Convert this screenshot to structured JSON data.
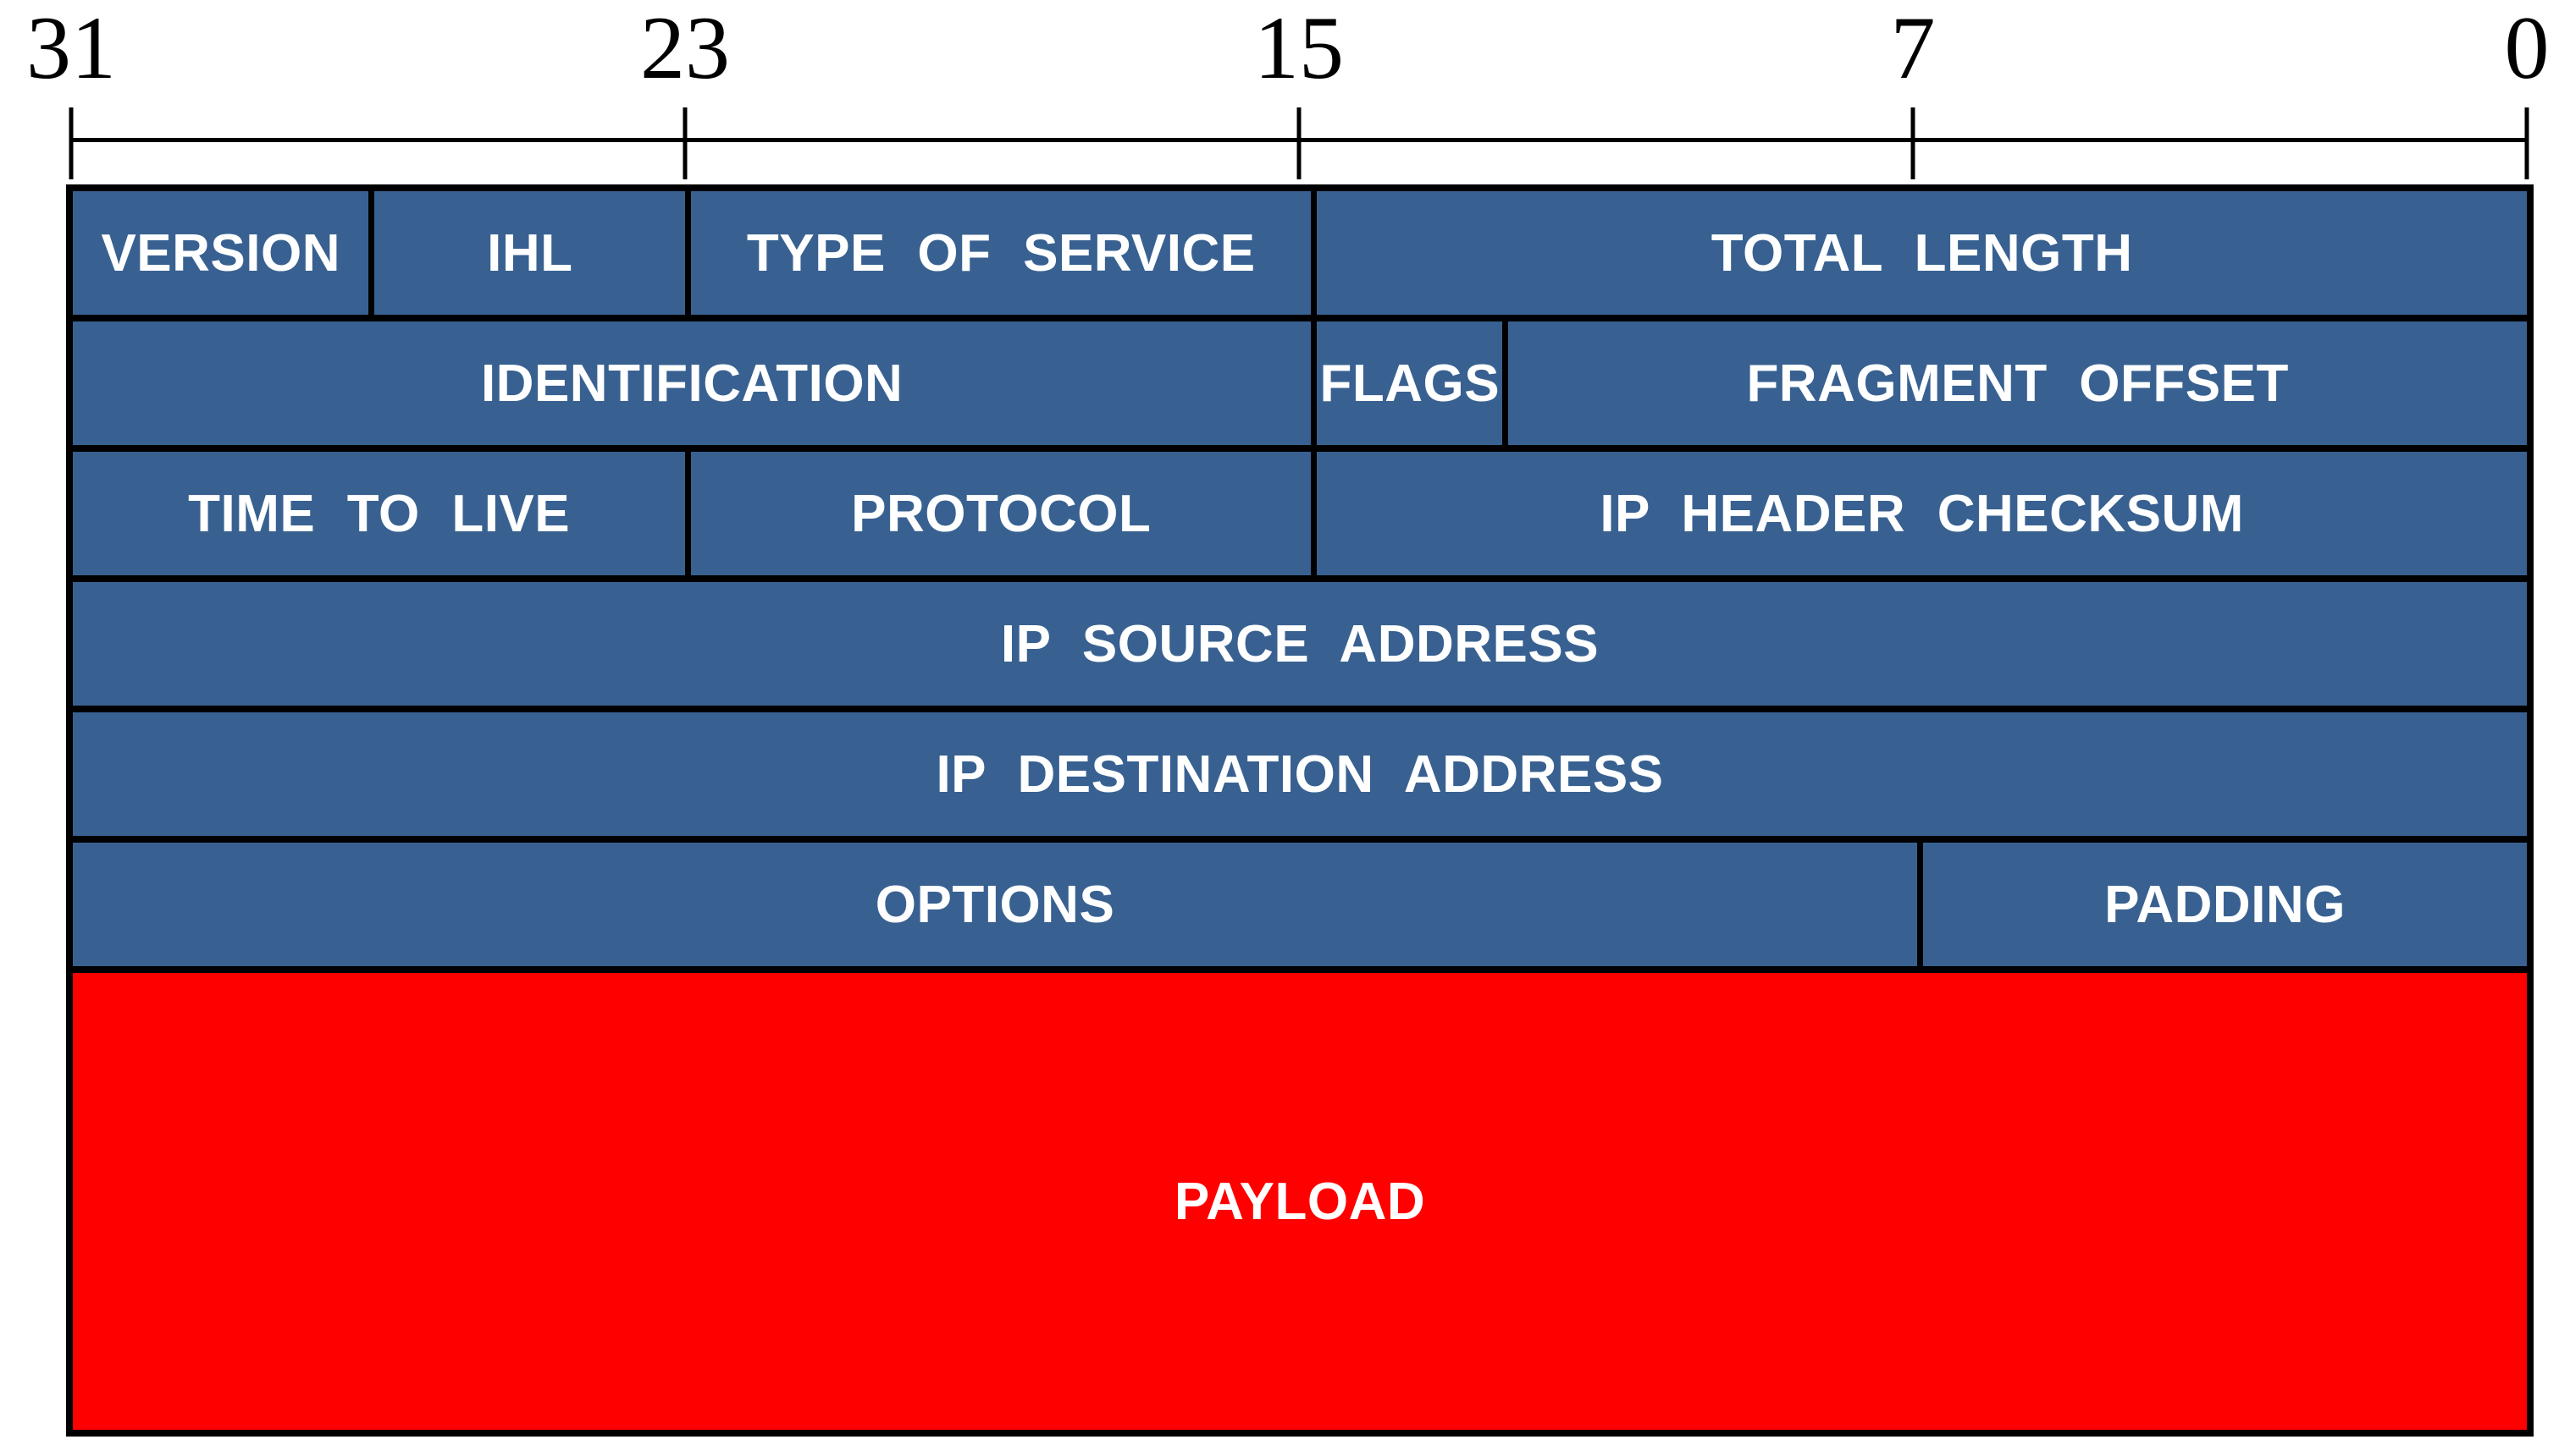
{
  "diagram": {
    "ruler": {
      "labels": [
        "31",
        "23",
        "15",
        "7",
        "0"
      ]
    },
    "header_fields": {
      "rows": [
        {
          "cells": [
            {
              "label": "VERSION"
            },
            {
              "label": "IHL"
            },
            {
              "label": "TYPE OF SERVICE"
            },
            {
              "label": "TOTAL LENGTH"
            }
          ]
        },
        {
          "cells": [
            {
              "label": "IDENTIFICATION"
            },
            {
              "label": "FLAGS"
            },
            {
              "label": "FRAGMENT OFFSET"
            }
          ]
        },
        {
          "cells": [
            {
              "label": "TIME TO LIVE"
            },
            {
              "label": "PROTOCOL"
            },
            {
              "label": "IP HEADER CHECKSUM"
            }
          ]
        },
        {
          "cells": [
            {
              "label": "IP SOURCE ADDRESS"
            }
          ]
        },
        {
          "cells": [
            {
              "label": "IP DESTINATION ADDRESS"
            }
          ]
        },
        {
          "cells": [
            {
              "label": "OPTIONS"
            },
            {
              "label": "PADDING"
            }
          ]
        }
      ]
    },
    "payload": {
      "label": "PAYLOAD"
    },
    "colors": {
      "field_fill": "#386191",
      "payload_fill": "#FF0000",
      "grid_border": "#000000",
      "field_text": "#FFFFFF",
      "ruler_text": "#000000"
    }
  }
}
